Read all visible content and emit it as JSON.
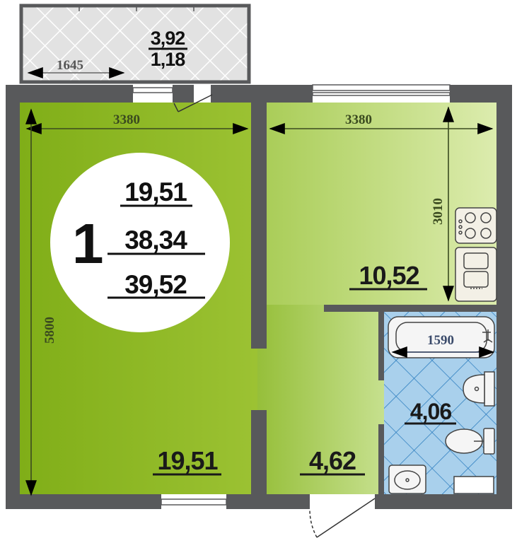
{
  "plan": {
    "rooms_count": "1",
    "summary": {
      "living_area": "19,51",
      "total_area": "38,34",
      "total_area_with_balcony": "39,52"
    },
    "balcony": {
      "area": "3,92",
      "reduced_area": "1,18",
      "width_dim": "1645"
    },
    "rooms": {
      "living_room_area": "19,51",
      "kitchen_area": "10,52",
      "hallway_area": "4,62",
      "bathroom_area": "4,06"
    },
    "dimensions": {
      "living_room_width": "3380",
      "living_room_length": "5800",
      "kitchen_width": "3380",
      "kitchen_length": "3010",
      "bathtub_length": "1590"
    },
    "colors": {
      "wall": "#58595b",
      "living_room_floor": "#86b31f",
      "kitchen_floor": "#c3dd8c",
      "bathroom_floor": "#a9d0ec",
      "balcony_floor": "#e0e0e0"
    }
  }
}
